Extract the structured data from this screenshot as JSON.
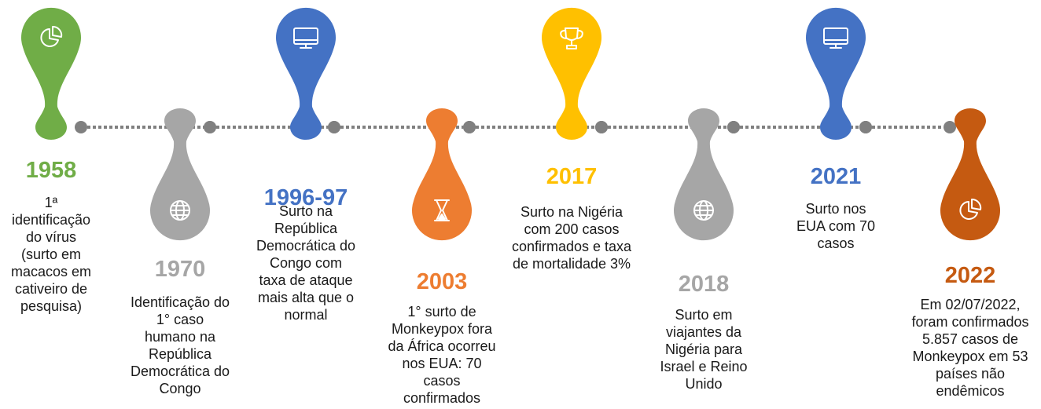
{
  "events": [
    {
      "year": "1958",
      "color": "#70ad47",
      "orientation": "up",
      "icon": "pie-chart-icon",
      "description": "1ª\nidentificação\ndo vírus\n(surto em\nmacacos em\ncativeiro de\npesquisa)"
    },
    {
      "year": "1970",
      "color": "#a6a6a6",
      "orientation": "down",
      "icon": "globe-icon",
      "description": "Identificação do\n1° caso\nhumano na\nRepública\nDemocrática do\nCongo"
    },
    {
      "year": "1996-97",
      "color": "#4472c4",
      "orientation": "up",
      "icon": "monitor-icon",
      "description": "Surto na\nRepública\nDemocrática do\nCongo com\ntaxa de ataque\nmais alta que o\nnormal"
    },
    {
      "year": "2003",
      "color": "#ed7d31",
      "orientation": "down",
      "icon": "hourglass-icon",
      "description": "1° surto de\nMonkeypox fora\nda África ocorreu\nnos EUA: 70\ncasos\nconfirmados"
    },
    {
      "year": "2017",
      "color": "#ffc000",
      "orientation": "up",
      "icon": "trophy-icon",
      "description": "Surto na Nigéria\ncom 200 casos\nconfirmados e taxa\nde mortalidade 3%"
    },
    {
      "year": "2018",
      "color": "#a6a6a6",
      "orientation": "down",
      "icon": "globe-icon",
      "description": "Surto em\nviajantes da\nNigéria para\nIsrael e Reino\nUnido"
    },
    {
      "year": "2021",
      "color": "#4472c4",
      "orientation": "up",
      "icon": "monitor-icon",
      "description": "Surto nos\nEUA com 70\ncasos"
    },
    {
      "year": "2022",
      "color": "#c55a11",
      "orientation": "down",
      "icon": "pie-chart-icon",
      "description": "Em 02/07/2022,\nforam confirmados\n5.857 casos de\nMonkeypox em 53\npaíses não\nendêmicos"
    }
  ],
  "connector_color": "#808080"
}
